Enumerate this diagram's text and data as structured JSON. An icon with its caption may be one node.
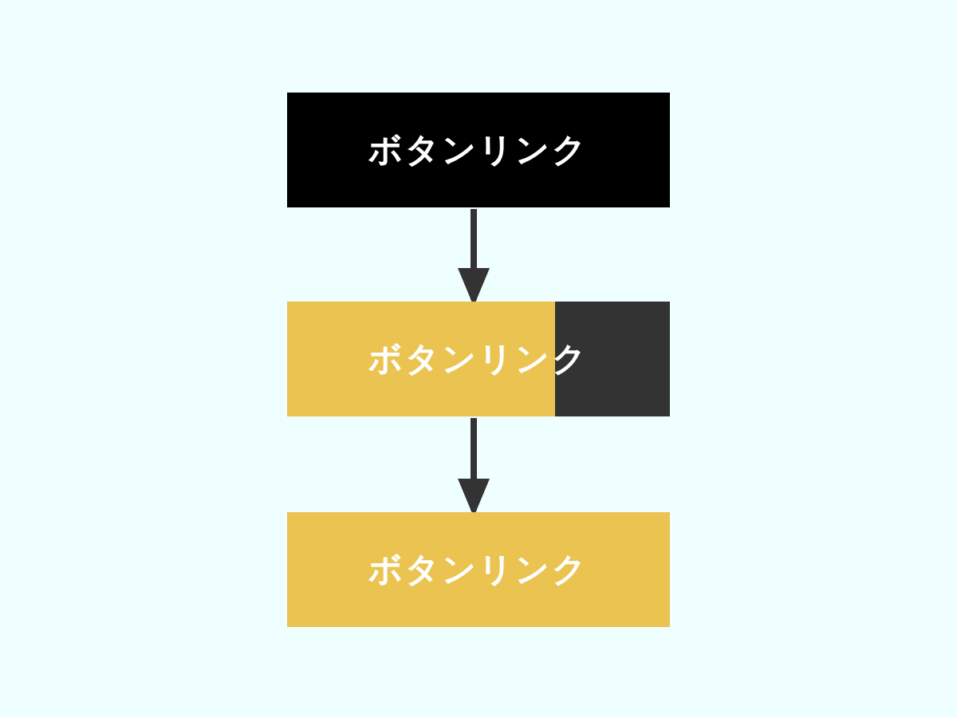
{
  "diagram": {
    "nodes": [
      {
        "text": [
          "ボタンリンク"
        ]
      },
      {
        "text": [
          "ボタンリンク"
        ]
      },
      {
        "text": [
          "ボタンリンク"
        ]
      }
    ],
    "edges": [
      {
        "from": 0,
        "to": 1,
        "arrow": "to"
      },
      {
        "from": 1,
        "to": 2,
        "arrow": "to"
      }
    ]
  }
}
